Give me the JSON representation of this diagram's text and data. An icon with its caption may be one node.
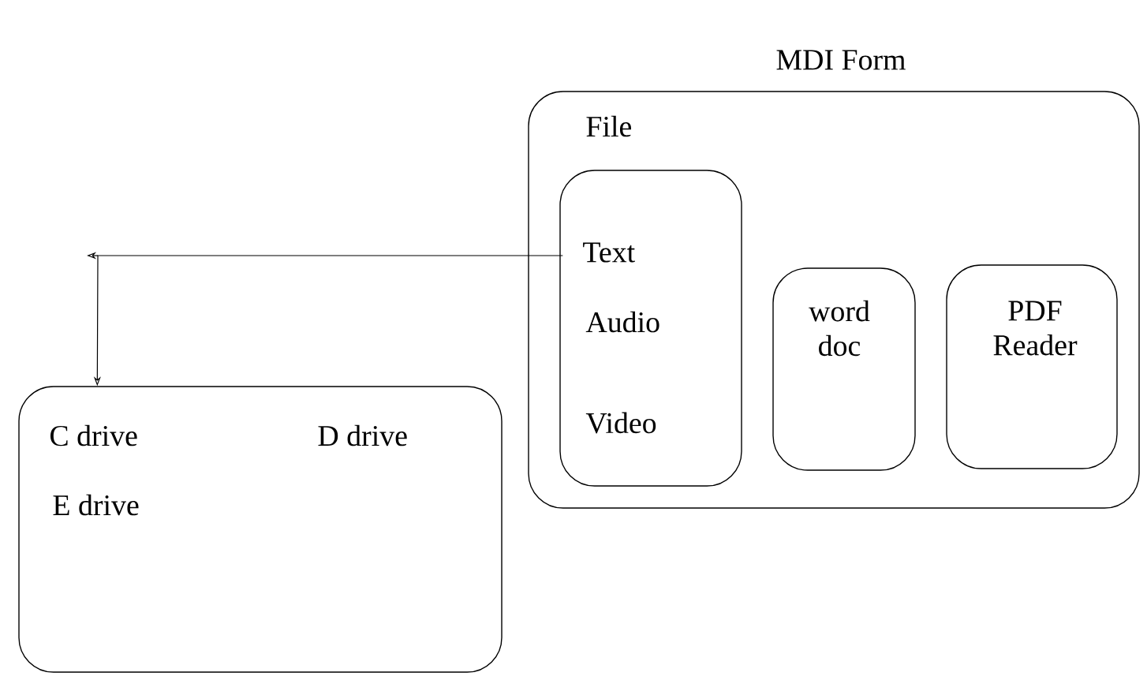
{
  "diagram": {
    "nodes": [
      {
        "text": [
          "MDI Form",
          "File"
        ]
      },
      {
        "text": [
          "Text",
          "Audio",
          "Video"
        ],
        "in": 0
      },
      {
        "text": [
          "word doc"
        ],
        "in": 0
      },
      {
        "text": [
          "PDF Reader"
        ],
        "in": 0
      },
      {
        "text": [
          "C drive",
          "D drive",
          "E drive"
        ]
      }
    ],
    "edges": [
      {
        "from": 1,
        "to": 4,
        "arrow": "to"
      }
    ]
  }
}
